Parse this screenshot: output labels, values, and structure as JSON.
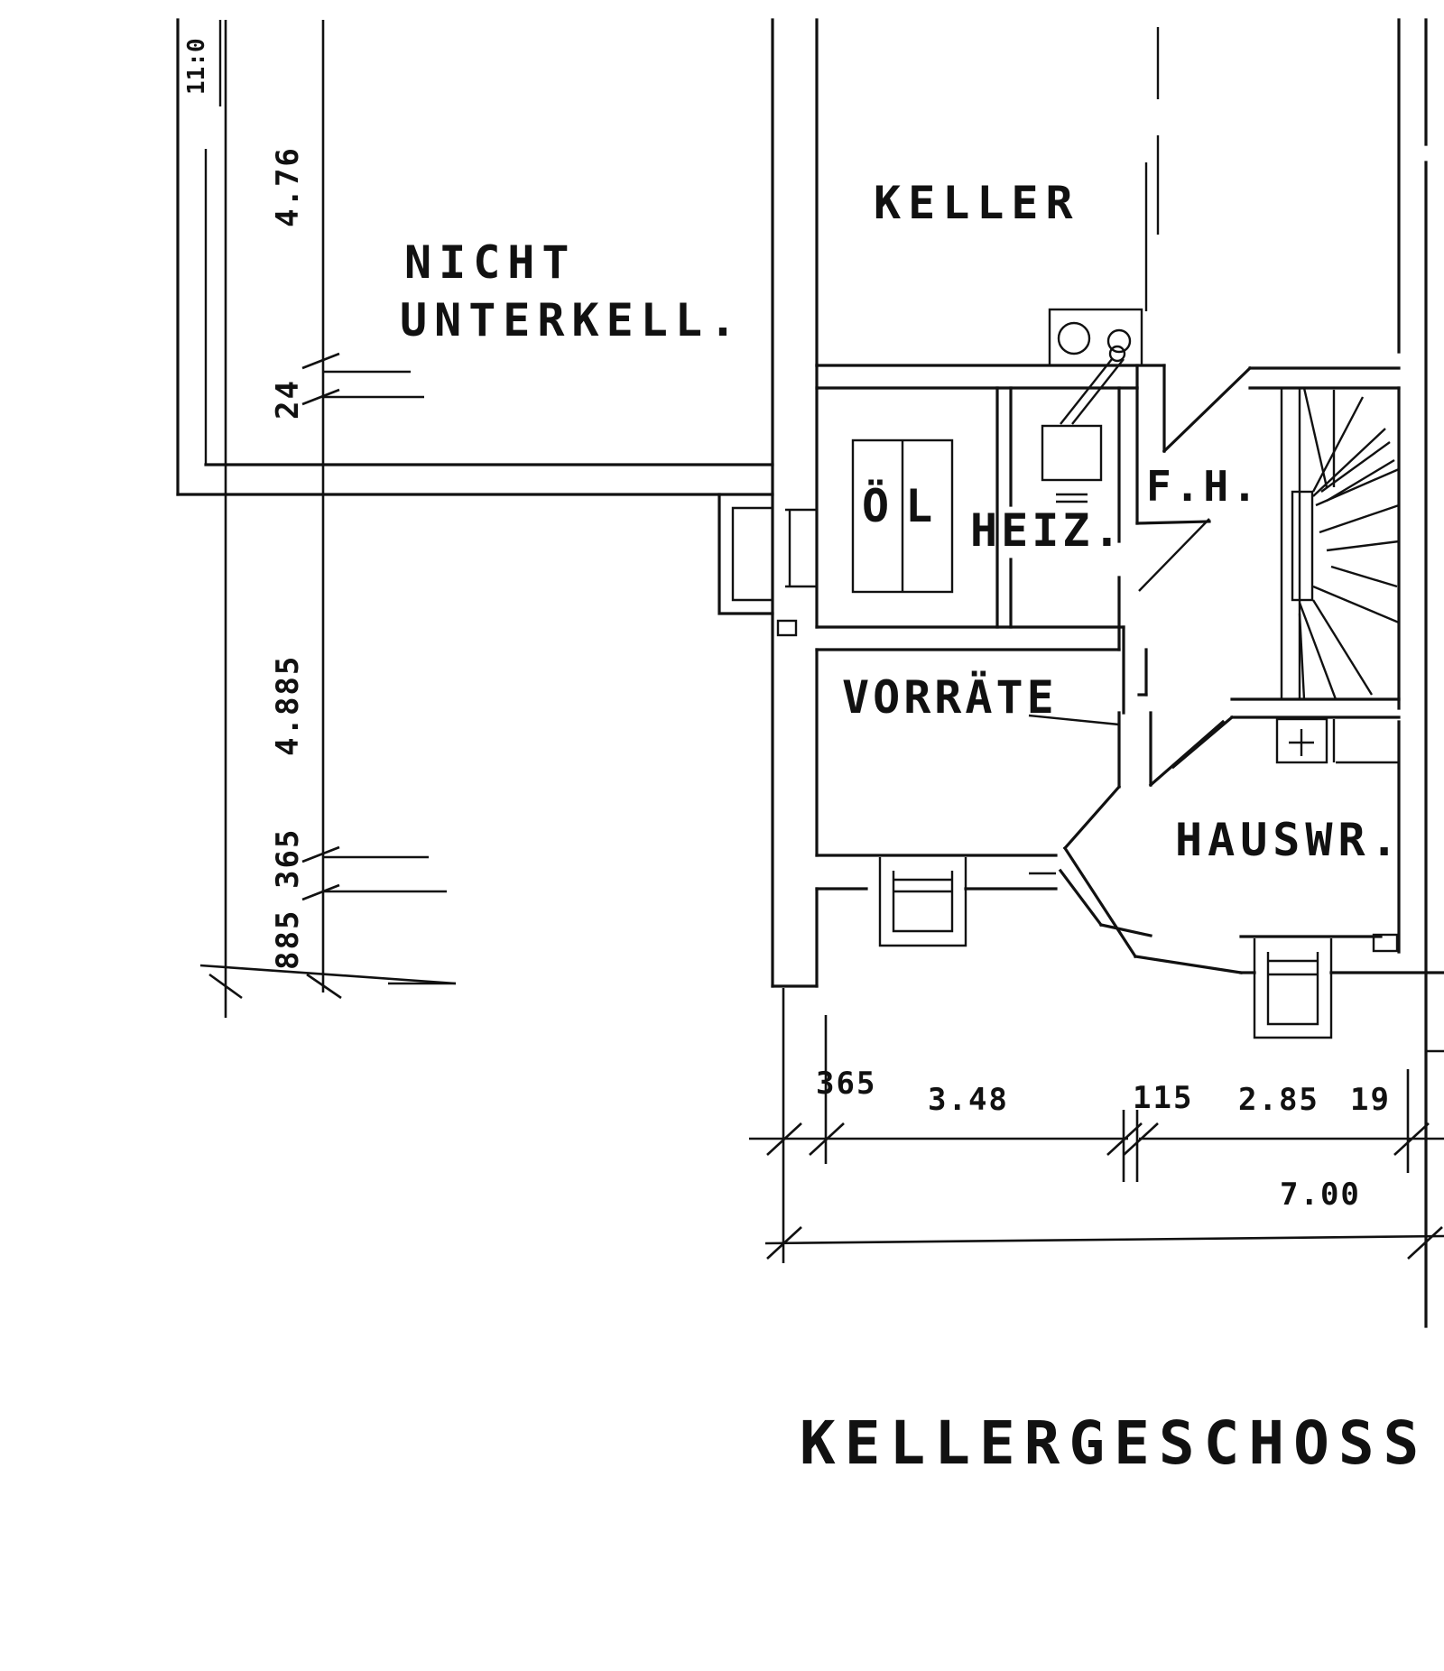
{
  "rooms": {
    "nicht_line1": "NICHT",
    "nicht_line2": "UNTERKELL.",
    "keller": "KELLER",
    "oel": "ÖL",
    "heiz": "HEIZ.",
    "fh": "F.H.",
    "vorraete": "VORRÄTE",
    "hauswr": "HAUSWR."
  },
  "dimensions": {
    "top_cut": "11:0",
    "v_476": "4.76",
    "v_24": "24",
    "v_4885": "4.885",
    "v_365": "365",
    "v_885": "885",
    "h_365": "365",
    "h_348": "3.48",
    "h_115": "115",
    "h_285": "2.85",
    "h_19": "19",
    "h_700": "7.00"
  },
  "title": "KELLERGESCHOSS"
}
